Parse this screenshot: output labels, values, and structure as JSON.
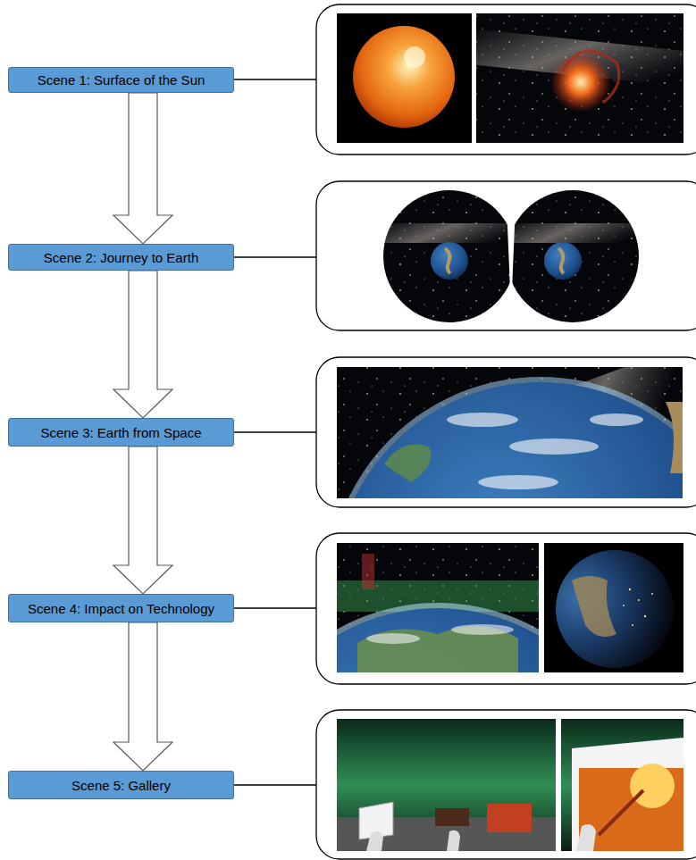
{
  "diagram": {
    "nodes": [
      {
        "text": [
          "Scene 1: Surface of the Sun"
        ]
      },
      {
        "text": [
          "Scene 2: Journey to Earth"
        ]
      },
      {
        "text": [
          "Scene 3: Earth from Space"
        ]
      },
      {
        "text": [
          "Scene 4: Impact on Technology"
        ]
      },
      {
        "text": [
          "Scene 5: Gallery"
        ]
      }
    ],
    "edges": [
      {
        "from": 0,
        "to": 1,
        "arrow": "to"
      },
      {
        "from": 1,
        "to": 2,
        "arrow": "to"
      },
      {
        "from": 2,
        "to": 3,
        "arrow": "to"
      },
      {
        "from": 3,
        "to": 4,
        "arrow": "to"
      }
    ]
  }
}
